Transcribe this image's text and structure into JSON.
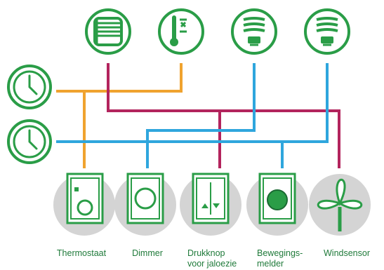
{
  "colors": {
    "green": "#2a9d47",
    "orange": "#f0a32f",
    "blue": "#2fa6dd",
    "magenta": "#b3245d",
    "label": "#1f7a3a",
    "device_shadow": "#d4d4d4"
  },
  "top_icons": [
    {
      "name": "blinds-icon"
    },
    {
      "name": "thermometer-icon"
    },
    {
      "name": "bulb-icon"
    },
    {
      "name": "bulb-icon"
    }
  ],
  "clocks": [
    {
      "name": "clock-icon"
    },
    {
      "name": "clock-icon"
    }
  ],
  "devices": [
    {
      "name": "thermostat-device",
      "line1": "Thermostaat",
      "line2": ""
    },
    {
      "name": "dimmer-device",
      "line1": "Dimmer",
      "line2": ""
    },
    {
      "name": "blinds-button-device",
      "line1": "Drukknop",
      "line2": "voor jaloezie"
    },
    {
      "name": "motion-sensor-device",
      "line1": "Bewegings-",
      "line2": "melder"
    },
    {
      "name": "wind-sensor-device",
      "line1": "Windsensor",
      "line2": ""
    }
  ]
}
